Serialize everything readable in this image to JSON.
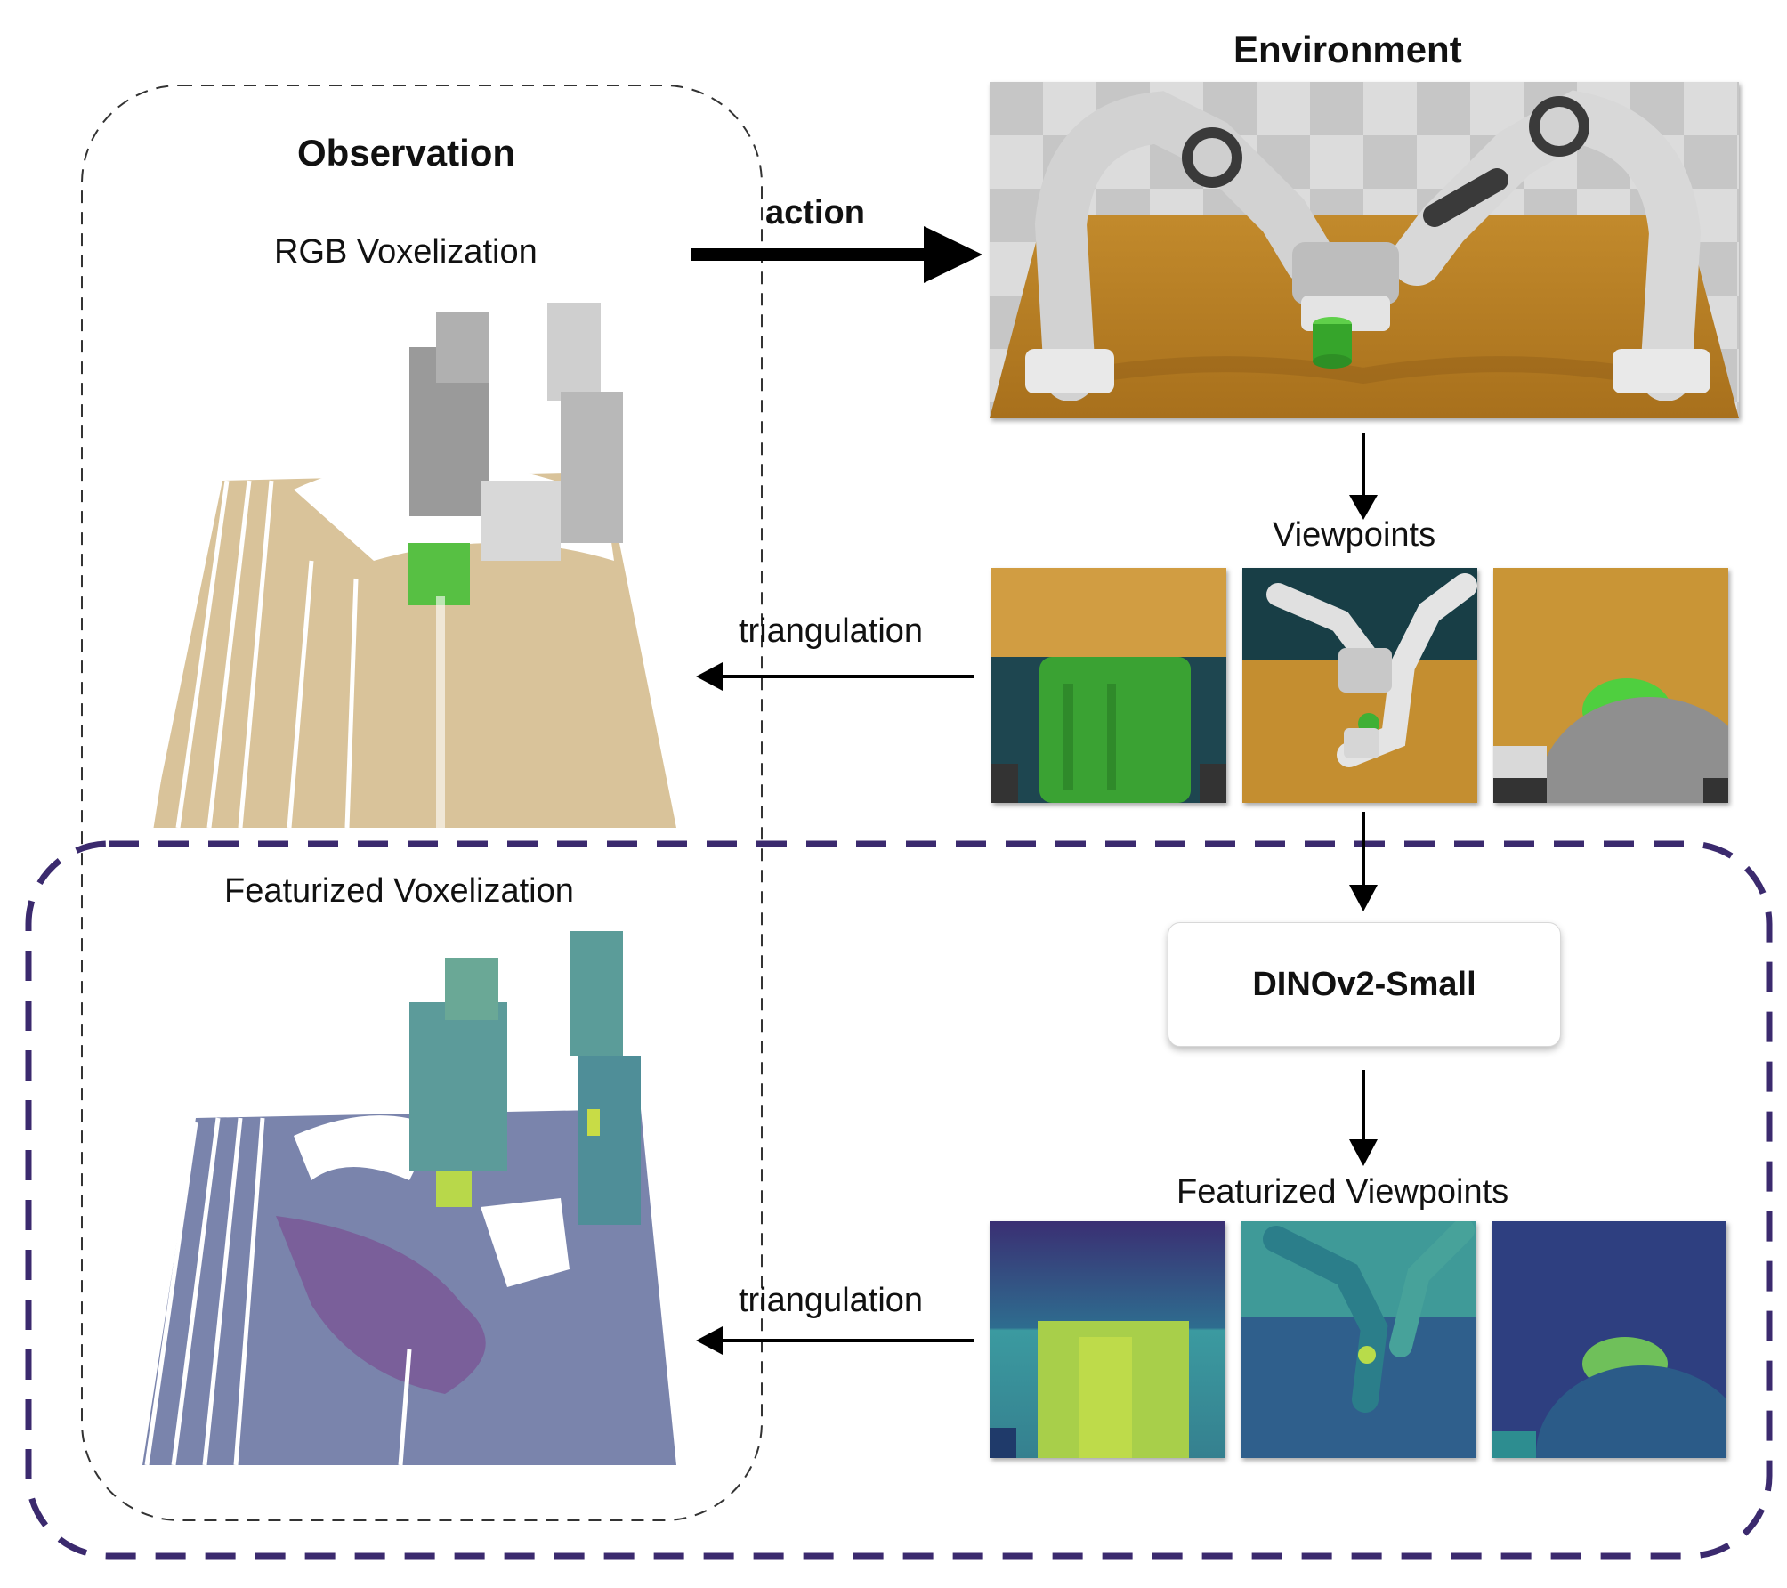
{
  "observation": {
    "title": "Observation",
    "rgb_label": "RGB Voxelization",
    "feat_label": "Featurized Voxelization"
  },
  "environment": {
    "title": "Environment"
  },
  "flow": {
    "action_label": "action",
    "viewpoints_label": "Viewpoints",
    "triangulation_top": "triangulation",
    "triangulation_bottom": "triangulation",
    "model_label": "DINOv2-Small",
    "feat_viewpoints_label": "Featurized Viewpoints"
  },
  "colors": {
    "obs_border": "#333333",
    "feat_border": "#3b2a6e",
    "table_wood": "#c8902f",
    "object_green": "#3fb035",
    "voxel_beige": "#d9c39a",
    "feature_purple": "#7a6fa3"
  }
}
